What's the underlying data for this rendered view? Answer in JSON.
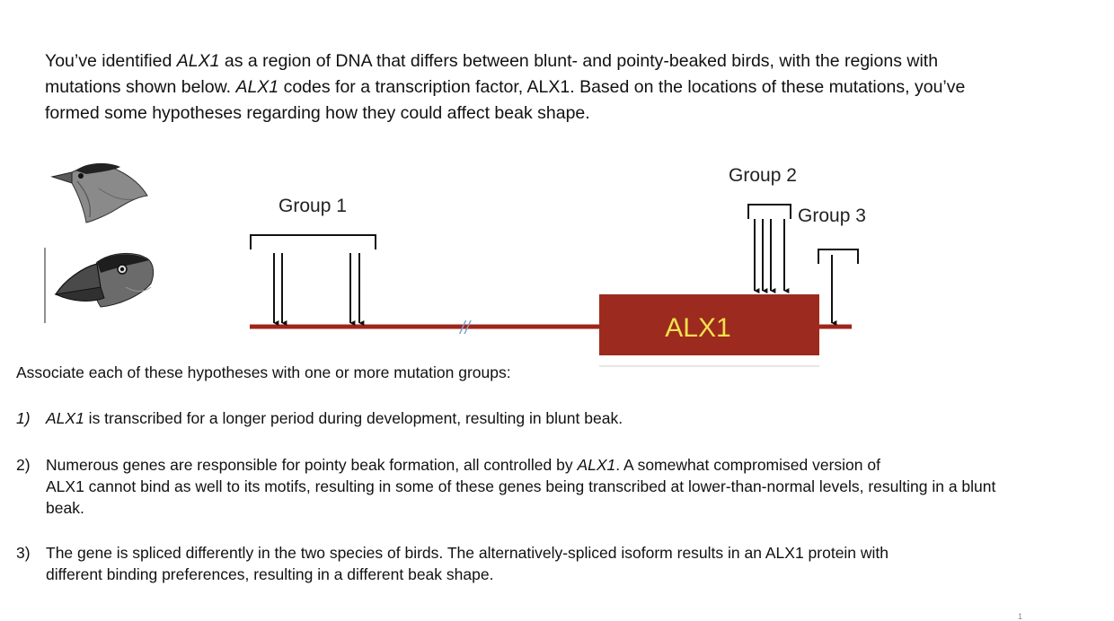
{
  "intro": {
    "line1_pre": "You’ve identified ",
    "line1_gene": "ALX1",
    "line1_post": " as a region of DNA that differs between blunt- and pointy-beaked birds, with the regions with",
    "line2_pre": "mutations shown below. ",
    "line2_gene": "ALX1",
    "line2_post": " codes for a transcription factor, ALX1. Based on the locations of these mutations, you’ve",
    "line3": "formed some hypotheses regarding how they could affect beak shape."
  },
  "diagram": {
    "group1_label": "Group 1",
    "group2_label": "Group 2",
    "group3_label": "Group 3",
    "gene_label": "ALX1",
    "break_mark": "//",
    "colors": {
      "dna_line": "#a1241b",
      "gene_box": "#9c2a1e",
      "gene_label": "#f4e04d",
      "arrows": "#111111"
    },
    "icons": [
      "pointy-beak-bird-illustration",
      "blunt-beak-bird-illustration"
    ]
  },
  "prompt": "Associate each of these hypotheses with one or more mutation groups:",
  "hypotheses": [
    {
      "number": "1)",
      "gene": "ALX1",
      "text": " is transcribed for a longer period during development, resulting in blunt beak."
    },
    {
      "number": "2)",
      "line1_pre": "Numerous genes are responsible for pointy beak formation, all controlled by ",
      "line1_gene": "ALX1",
      "line1_post": ". A somewhat compromised version of",
      "line2": "ALX1 cannot bind as well to its motifs, resulting in some of these genes being transcribed at lower-than-normal levels, resulting in a blunt",
      "line3": "beak."
    },
    {
      "number": "3)",
      "line1": "The gene is spliced differently in the two species of birds. The alternatively-spliced isoform results in an ALX1 protein with",
      "line2": "different binding preferences, resulting in a different beak shape."
    }
  ],
  "page_number": "1"
}
